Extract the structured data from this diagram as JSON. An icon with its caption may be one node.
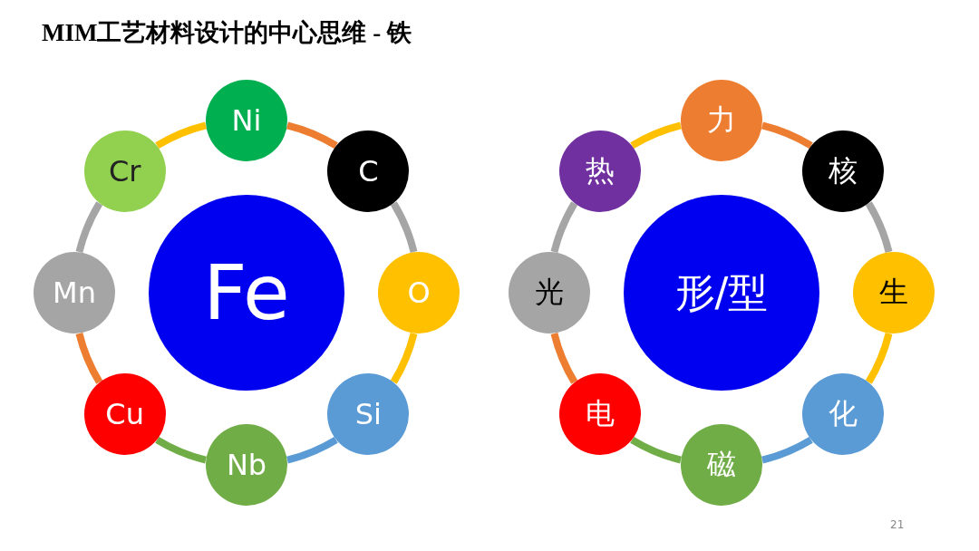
{
  "diagram": {
    "title": "MIM工艺材料设计的中心思维 - 铁",
    "nodes": [
      {
        "text": [
          "Fe"
        ]
      },
      {
        "text": [
          "Ni"
        ]
      },
      {
        "text": [
          "C"
        ]
      },
      {
        "text": [
          "O"
        ]
      },
      {
        "text": [
          "Si"
        ]
      },
      {
        "text": [
          "Nb"
        ]
      },
      {
        "text": [
          "Cu"
        ]
      },
      {
        "text": [
          "Mn"
        ]
      },
      {
        "text": [
          "Cr"
        ]
      },
      {
        "text": [
          "形/型"
        ]
      },
      {
        "text": [
          "力"
        ]
      },
      {
        "text": [
          "核"
        ]
      },
      {
        "text": [
          "生"
        ]
      },
      {
        "text": [
          "化"
        ]
      },
      {
        "text": [
          "磁"
        ]
      },
      {
        "text": [
          "电"
        ]
      },
      {
        "text": [
          "光"
        ]
      },
      {
        "text": [
          "热"
        ]
      }
    ],
    "edges": [
      {
        "from": 1,
        "to": 2,
        "arrow": "none",
        "color": "#ed7d31"
      },
      {
        "from": 2,
        "to": 3,
        "arrow": "none",
        "color": "#a5a5a5"
      },
      {
        "from": 3,
        "to": 4,
        "arrow": "none",
        "color": "#ffc000"
      },
      {
        "from": 4,
        "to": 5,
        "arrow": "none",
        "color": "#5b9bd5"
      },
      {
        "from": 5,
        "to": 6,
        "arrow": "none",
        "color": "#70ad47"
      },
      {
        "from": 6,
        "to": 7,
        "arrow": "none",
        "color": "#ed7d31"
      },
      {
        "from": 7,
        "to": 8,
        "arrow": "none",
        "color": "#a5a5a5"
      },
      {
        "from": 8,
        "to": 1,
        "arrow": "none",
        "color": "#ffc000"
      },
      {
        "from": 10,
        "to": 11,
        "arrow": "none",
        "color": "#ed7d31"
      },
      {
        "from": 11,
        "to": 12,
        "arrow": "none",
        "color": "#a5a5a5"
      },
      {
        "from": 12,
        "to": 13,
        "arrow": "none",
        "color": "#ffc000"
      },
      {
        "from": 13,
        "to": 14,
        "arrow": "none",
        "color": "#5b9bd5"
      },
      {
        "from": 14,
        "to": 15,
        "arrow": "none",
        "color": "#70ad47"
      },
      {
        "from": 15,
        "to": 16,
        "arrow": "none",
        "color": "#ed7d31"
      },
      {
        "from": 16,
        "to": 17,
        "arrow": "none",
        "color": "#a5a5a5"
      },
      {
        "from": 17,
        "to": 10,
        "arrow": "none",
        "color": "#ffc000"
      }
    ],
    "labels": [
      "21"
    ]
  }
}
